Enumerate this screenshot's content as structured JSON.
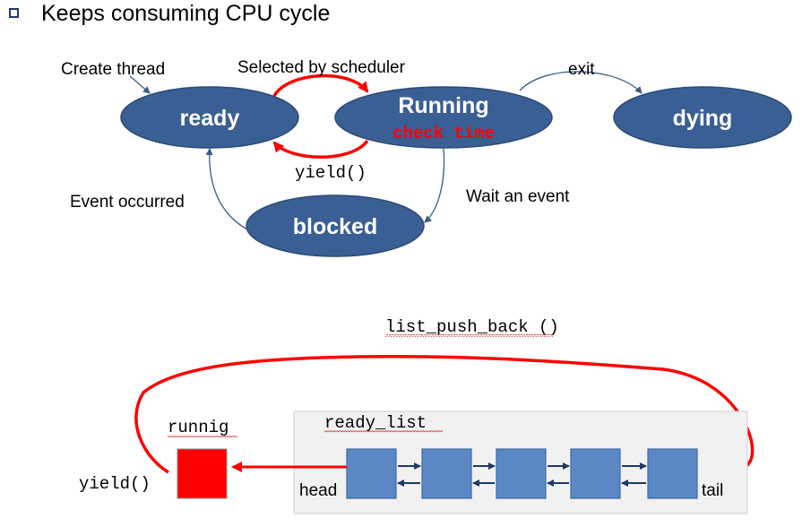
{
  "heading": {
    "text": "Keeps consuming CPU cycle",
    "bullet_icon": "square-bullet-icon"
  },
  "state_diagram": {
    "states": {
      "ready": "ready",
      "running": "Running",
      "running_note": "check time",
      "dying": "dying",
      "blocked": "blocked"
    },
    "transitions": {
      "create_thread": "Create thread",
      "selected_by_scheduler": "Selected by scheduler",
      "exit": "exit",
      "yield": "yield()",
      "event_occurred": "Event occurred",
      "wait_an_event": "Wait an event"
    }
  },
  "list_diagram": {
    "push_back_label": "list_push_back ()",
    "running_label": "runnig",
    "ready_list_label": "ready_list",
    "head_label": "head",
    "tail_label": "tail",
    "yield_label": "yield()",
    "node_count": 5
  },
  "colors": {
    "state_fill": "#3a5f94",
    "state_stroke": "#2b4a77",
    "highlight_red": "#ff0000",
    "node_fill": "#5b87c5",
    "node_stroke": "#3f6aa3",
    "list_bg": "#f1f1f1",
    "link_arrow": "#1f3864",
    "thin_arrow": "#3b5a86"
  }
}
